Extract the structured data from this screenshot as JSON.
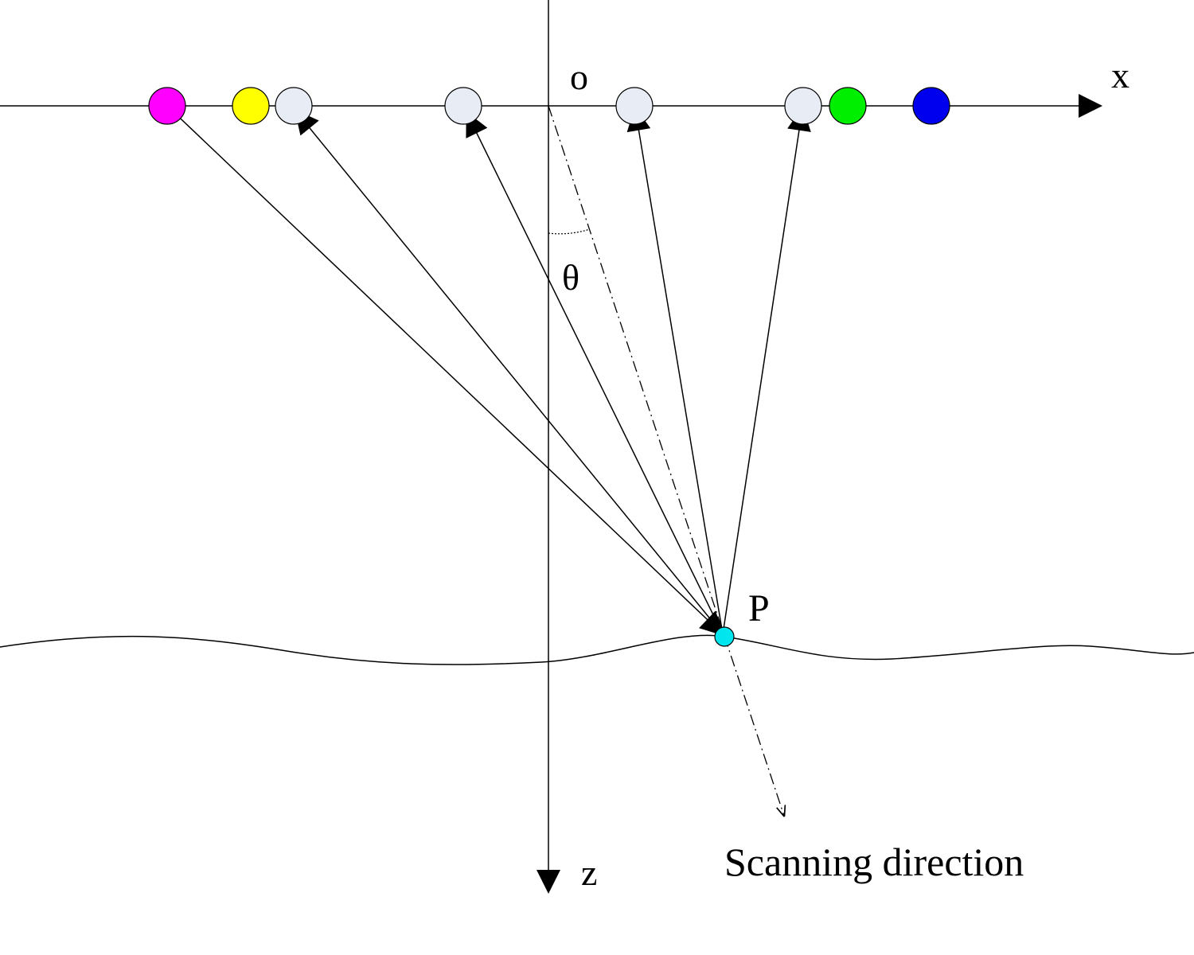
{
  "labels": {
    "origin": "o",
    "x_axis": "x",
    "z_axis": "z",
    "angle": "θ",
    "point": "P",
    "scanning": "Scanning direction"
  },
  "colors": {
    "line": "#000000",
    "source": "#ff00ff",
    "receiver_idle": "#e8ecf4",
    "yellow_marker": "#ffff00",
    "green_marker": "#00ee00",
    "blue_marker": "#0000ee",
    "image_point": "#00e5ee"
  },
  "markers": [
    {
      "name": "magenta-source-marker",
      "color": "#ff00ff"
    },
    {
      "name": "yellow-marker",
      "color": "#ffff00"
    },
    {
      "name": "receiver-marker-1",
      "color": "#e8ecf4"
    },
    {
      "name": "receiver-marker-2",
      "color": "#e8ecf4"
    },
    {
      "name": "receiver-marker-3",
      "color": "#e8ecf4"
    },
    {
      "name": "receiver-marker-4",
      "color": "#e8ecf4"
    },
    {
      "name": "green-marker",
      "color": "#00ee00"
    },
    {
      "name": "blue-marker",
      "color": "#0000ee"
    }
  ]
}
